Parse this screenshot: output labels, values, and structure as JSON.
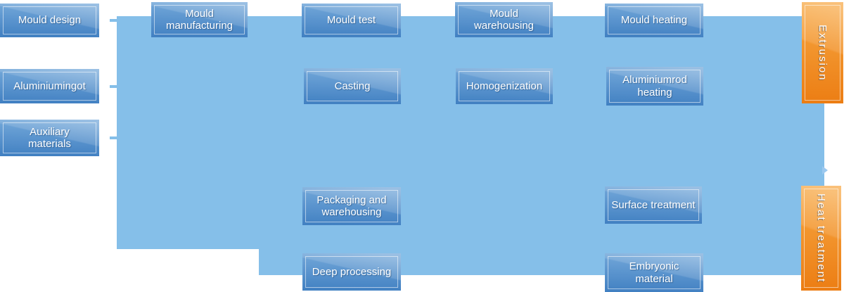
{
  "colors": {
    "panel": "#85BFE9",
    "box_top": "#6FA5D8",
    "box_bottom": "#4180C2",
    "orange_top": "#F7A43B",
    "orange_bottom": "#EC7D13",
    "label_text": "#FFFFFF"
  },
  "boxes": [
    {
      "name": "mould-design",
      "label": "Mould design"
    },
    {
      "name": "aluminiumingot",
      "label": "Aluminiumingot"
    },
    {
      "name": "auxiliary-materials",
      "label": "Auxiliary\nmaterials"
    },
    {
      "name": "mould-manufacturing",
      "label": "Mould\nmanufacturing"
    },
    {
      "name": "mould-test",
      "label": "Mould test"
    },
    {
      "name": "casting",
      "label": "Casting"
    },
    {
      "name": "packaging-and-warehousing",
      "label": "Packaging and\nwarehousing"
    },
    {
      "name": "deep-processing",
      "label": "Deep processing"
    },
    {
      "name": "mould-warehousing",
      "label": "Mould\nwarehousing"
    },
    {
      "name": "homogenization",
      "label": "Homogenization"
    },
    {
      "name": "mould-heating",
      "label": "Mould heating"
    },
    {
      "name": "aluminiumrod-heating",
      "label": "Aluminiumrod\nheating"
    },
    {
      "name": "surface-treatment",
      "label": "Surface treatment"
    },
    {
      "name": "embryonic-material",
      "label": "Embryonic\nmaterial"
    }
  ],
  "side_labels": [
    {
      "name": "extrusion",
      "label": "Extrusion"
    },
    {
      "name": "heat-treatment",
      "label": "Heat treatment"
    }
  ]
}
